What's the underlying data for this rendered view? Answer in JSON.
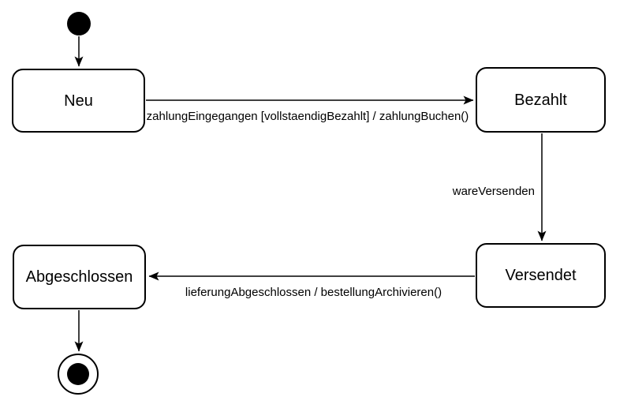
{
  "diagram": {
    "type": "uml-state-machine",
    "background_color": "#ffffff",
    "stroke_color": "#000000",
    "text_color": "#000000",
    "pseudo_states": [
      {
        "kind": "initial",
        "shape": "filled-circle"
      },
      {
        "kind": "final",
        "shape": "circle-with-filled-dot"
      }
    ],
    "states": [
      {
        "label": "Neu"
      },
      {
        "label": "Bezahlt"
      },
      {
        "label": "Versendet"
      },
      {
        "label": "Abgeschlossen"
      }
    ],
    "transitions": [
      {
        "from": "initial",
        "to": "Neu",
        "label": ""
      },
      {
        "from": "Neu",
        "to": "Bezahlt",
        "label": "zahlungEingegangen [vollstaendigBezahlt] / zahlungBuchen()"
      },
      {
        "from": "Bezahlt",
        "to": "Versendet",
        "label": "wareVersenden"
      },
      {
        "from": "Versendet",
        "to": "Abgeschlossen",
        "label": "lieferungAbgeschlossen / bestellungArchivieren()"
      },
      {
        "from": "Abgeschlossen",
        "to": "final",
        "label": ""
      }
    ]
  }
}
